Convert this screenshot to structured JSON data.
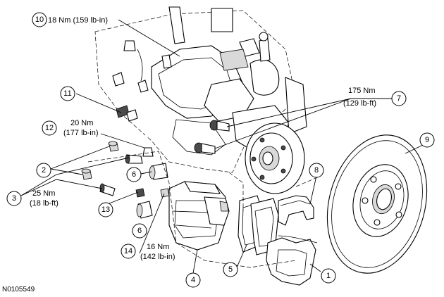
{
  "figure_id": "N0105549",
  "callouts": [
    {
      "num": "1"
    },
    {
      "num": "2"
    },
    {
      "num": "3"
    },
    {
      "num": "4"
    },
    {
      "num": "5"
    },
    {
      "num": "6"
    },
    {
      "num": "6"
    },
    {
      "num": "7"
    },
    {
      "num": "8"
    },
    {
      "num": "9"
    },
    {
      "num": "10"
    },
    {
      "num": "11"
    },
    {
      "num": "12"
    },
    {
      "num": "13"
    },
    {
      "num": "14"
    }
  ],
  "torques": {
    "t10": "18 Nm (159 lb-in)",
    "t7_nm": "175 Nm",
    "t7_lb": "(129 lb-ft)",
    "t12_nm": "20 Nm",
    "t12_lb": "(177 lb-in)",
    "t3_nm": "25 Nm",
    "t3_lb": "(18 lb-ft)",
    "t14_nm": "16 Nm",
    "t14_lb": "(142 lb-in)"
  }
}
